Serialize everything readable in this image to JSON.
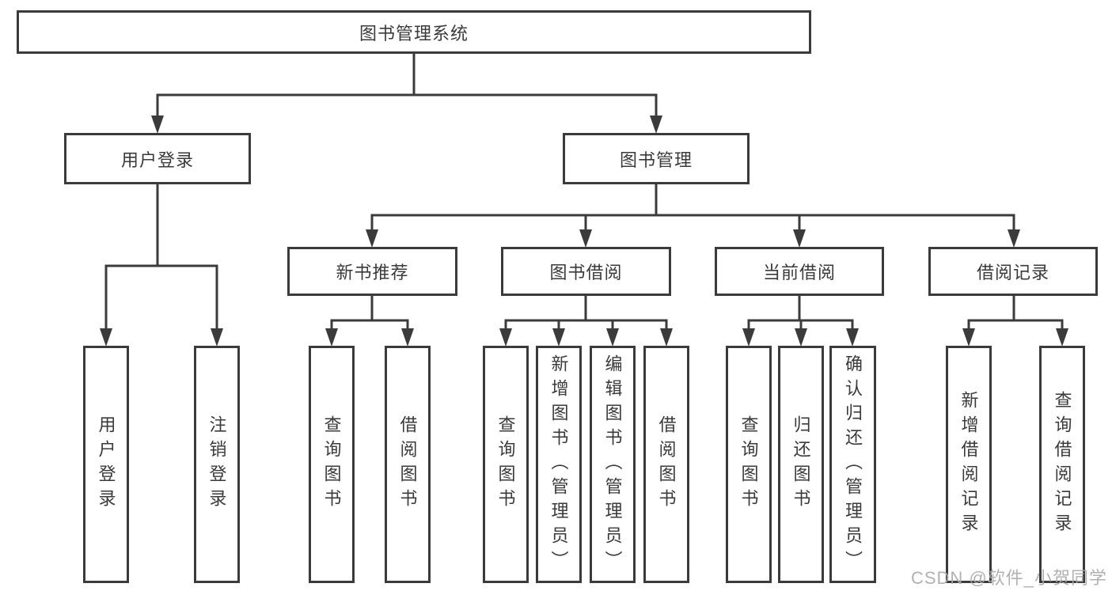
{
  "tree": {
    "label": "图书管理系统",
    "children": [
      {
        "label": "用户登录",
        "children": [
          {
            "label": "用户登录"
          },
          {
            "label": "注销登录"
          }
        ]
      },
      {
        "label": "图书管理",
        "children": [
          {
            "label": "新书推荐",
            "children": [
              {
                "label": "查询图书"
              },
              {
                "label": "借阅图书"
              }
            ]
          },
          {
            "label": "图书借阅",
            "children": [
              {
                "label": "查询图书"
              },
              {
                "label": "新增图书（管理员）"
              },
              {
                "label": "编辑图书（管理员）"
              },
              {
                "label": "借阅图书"
              }
            ]
          },
          {
            "label": "当前借阅",
            "children": [
              {
                "label": "查询图书"
              },
              {
                "label": "归还图书"
              },
              {
                "label": "确认归还（管理员）"
              }
            ]
          },
          {
            "label": "借阅记录",
            "children": [
              {
                "label": "新增借阅记录"
              },
              {
                "label": "查询借阅记录"
              }
            ]
          }
        ]
      }
    ]
  },
  "watermark": {
    "text": "CSDN @软件_小贺同学"
  },
  "colors": {
    "line": "#3b3b3b",
    "text": "#3a3a3a",
    "box_bg": "#ffffff",
    "watermark": "#a9a9a9"
  }
}
